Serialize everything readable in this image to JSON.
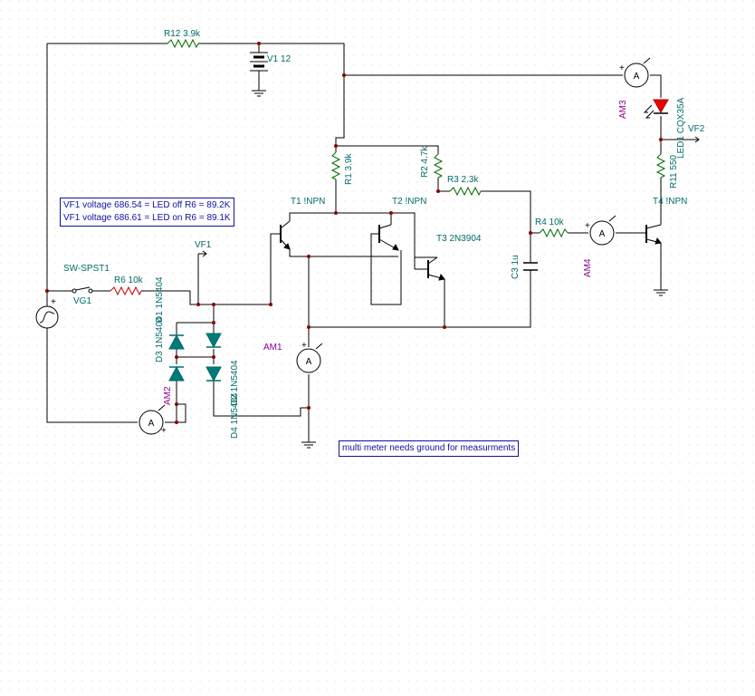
{
  "labels": {
    "r12": "R12 3.9k",
    "v1": "V1 12",
    "r1": "R1 3.9k",
    "r2": "R2 4.7k",
    "r3": "R3 2.3k",
    "r4": "R4 10k",
    "r6": "R6 10k",
    "r11": "R11 550",
    "c3": "C3 1u",
    "t1": "T1 !NPN",
    "t2": "T2 !NPN",
    "t3": "T3 2N3904",
    "t4": "T4 !NPN",
    "d1": "D1 1N5404",
    "d2": "D2 1N5404",
    "d3": "D3 1N5404",
    "d4": "D4 1N5404",
    "led": "LED1 CQX35A",
    "vf1": "VF1",
    "vf2": "VF2",
    "sw": "SW-SPST1",
    "vg1": "VG1",
    "am1": "AM1",
    "am2": "AM2",
    "am3": "AM3",
    "am4": "AM4",
    "meter_symbol": "A",
    "plus": "+"
  },
  "notes": {
    "measurements": [
      "VF1 voltage 686.54 = LED off  R6 = 89.2K",
      "VF1 voltage 686.61 = LED on  R6 = 89.1K"
    ],
    "ground_note": "multi meter needs ground for measurments"
  },
  "colors": {
    "wire": "#000000",
    "resistor": "#006b00",
    "r6_resistor": "#cc0000",
    "diode": "#006b6b",
    "led": "#ee0000",
    "label": "#006b6b",
    "meter_label": "#8b008b",
    "note_border": "#1010a0"
  }
}
